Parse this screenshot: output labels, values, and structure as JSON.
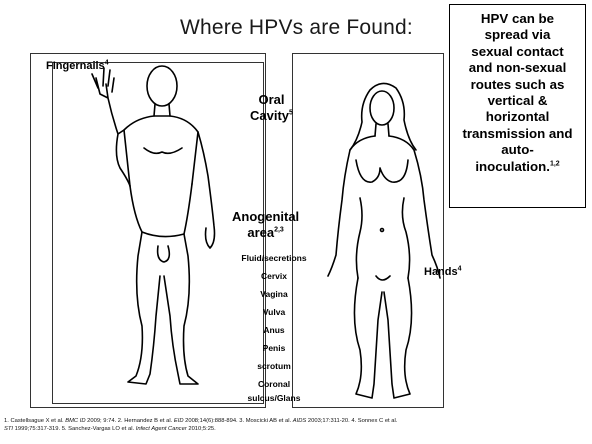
{
  "title": "Where HPVs are Found:",
  "callout": {
    "lines": [
      "HPV can be",
      "spread via",
      "sexual contact",
      "and non-sexual",
      "routes such as",
      "vertical &",
      "horizontal",
      "transmission and",
      "auto-",
      "inoculation."
    ],
    "sup": "1,2"
  },
  "labels": {
    "fingernails": "FIngernails",
    "fingernails_sup": "4",
    "oral_line1": "Oral",
    "oral_line2": "Cavity",
    "oral_sup": "5",
    "anogenital_line1": "Anogenital",
    "anogenital_line2": "area",
    "anogenital_sup": "2,3",
    "hands": "Hands",
    "hands_sup": "4"
  },
  "sites": [
    "Fluid/secretions",
    "Cervix",
    "Vagina",
    "Vulva",
    "Anus",
    "Penis",
    "scrotum"
  ],
  "sites_last": [
    "Coronal",
    "sulcus/Glans"
  ],
  "references": {
    "r1a": "1. Castellsague X et al. ",
    "r1j": "BMC ID",
    "r1b": " 2009; 9:74.  2. Hernandez B et al. ",
    "r2j": "EID",
    "r2b": " 2008;14(6):888-894.  3. Moscicki AB et al. ",
    "r3j": "AIDS",
    "r3b": " 2003;17:311-20.  4. Sonnex C et al.",
    "r4j": "STI",
    "r4b": " 1999;75:317-319.  5. Sanchez-Vargas LO et al. ",
    "r5j": "Infect Agent Cancer",
    "r5b": " 2010;5:25."
  }
}
